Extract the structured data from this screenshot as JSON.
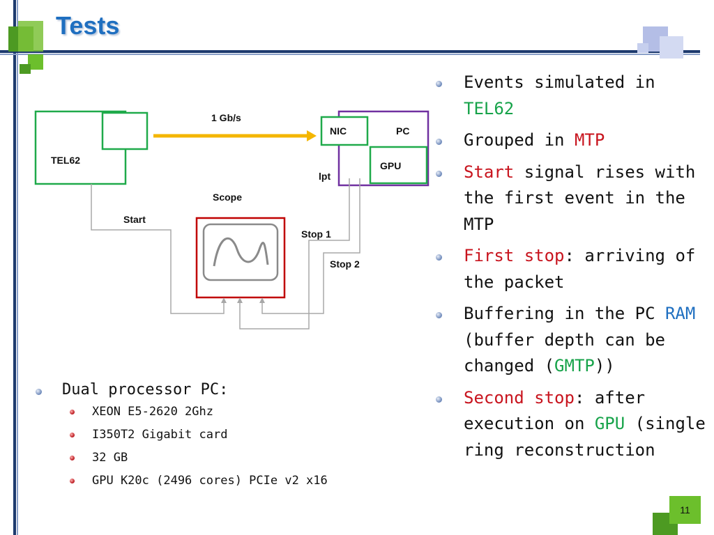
{
  "slide": {
    "title": "Tests",
    "page_number": "11"
  },
  "diagram": {
    "tel62": "TEL62",
    "link": "1 Gb/s",
    "nic": "NIC",
    "pc": "PC",
    "gpu": "GPU",
    "lpt": "lpt",
    "scope": "Scope",
    "start": "Start",
    "stop1": "Stop 1",
    "stop2": "Stop 2"
  },
  "right_bullets": [
    {
      "parts": [
        {
          "text": "Events simulated in "
        },
        {
          "text": "TEL62",
          "color": "green"
        }
      ]
    },
    {
      "parts": [
        {
          "text": "Grouped in "
        },
        {
          "text": "MTP",
          "color": "red"
        }
      ]
    },
    {
      "parts": [
        {
          "text": "Start",
          "color": "red"
        },
        {
          "text": " signal rises with the first event in the MTP"
        }
      ]
    },
    {
      "parts": [
        {
          "text": "First stop",
          "color": "red"
        },
        {
          "text": ": arriving of the packet"
        }
      ]
    },
    {
      "parts": [
        {
          "text": "Buffering in the PC "
        },
        {
          "text": "RAM",
          "color": "blue"
        },
        {
          "text": " (buffer depth can be changed ("
        },
        {
          "text": "GMTP",
          "color": "green"
        },
        {
          "text": "))"
        }
      ]
    },
    {
      "parts": [
        {
          "text": "Second stop",
          "color": "red"
        },
        {
          "text": ": after execution on "
        },
        {
          "text": "GPU",
          "color": "green"
        },
        {
          "text": " (single ring reconstruction"
        }
      ]
    }
  ],
  "left_bullets": {
    "main": "Dual processor PC:",
    "sub": [
      "XEON E5-2620 2Ghz",
      "I350T2 Gigabit card",
      "32 GB",
      "GPU K20c (2496 cores) PCIe v2 x16"
    ]
  }
}
